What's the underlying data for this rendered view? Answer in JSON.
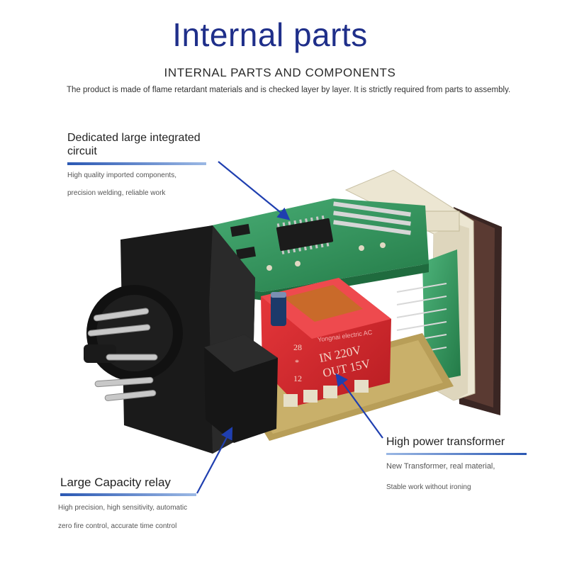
{
  "header": {
    "title": "Internal parts",
    "subtitle": "INTERNAL PARTS AND COMPONENTS",
    "description": "The product is made of flame retardant materials and is checked layer by layer. It is strictly required from parts to assembly."
  },
  "callouts": {
    "ic": {
      "title": "Dedicated large integrated circuit",
      "line1": "High quality imported components,",
      "line2": "precision welding, reliable work"
    },
    "transformer": {
      "title": "High power transformer",
      "line1": "New Transformer, real material,",
      "line2": "Stable work without ironing"
    },
    "relay": {
      "title": "Large Capacity relay",
      "line1": "High precision, high sensitivity, automatic",
      "line2": "zero fire control, accurate time control"
    }
  },
  "device": {
    "transformer_label": {
      "in": "IN 220V",
      "out": "OUT 15V",
      "num_top": "28",
      "num_mid": "*",
      "num_bottom": "12",
      "maker": "Yongnai electric AC"
    },
    "colors": {
      "pcb": "#2f9a5c",
      "transformer": "#d8262a",
      "housing": "#1a1a1a",
      "frame": "#e8e2cf",
      "arrow": "#1f3fb0"
    }
  }
}
